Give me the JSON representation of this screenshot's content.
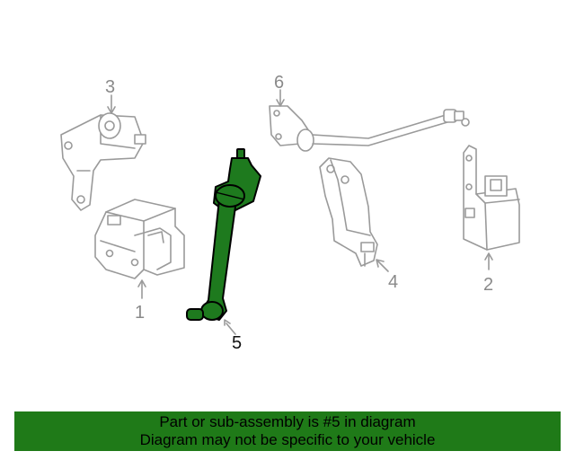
{
  "callouts": {
    "part1": "1",
    "part2": "2",
    "part3": "3",
    "part4": "4",
    "part5": "5",
    "part6": "6"
  },
  "highlighted_part": "5",
  "colors": {
    "highlight": "#1e7a1e",
    "banner": "#1f7a18",
    "line_art": "#9a9a9a"
  },
  "banner": {
    "line1": "Part or sub-assembly is #5 in diagram",
    "line2": "Diagram may not be specific to your vehicle"
  }
}
